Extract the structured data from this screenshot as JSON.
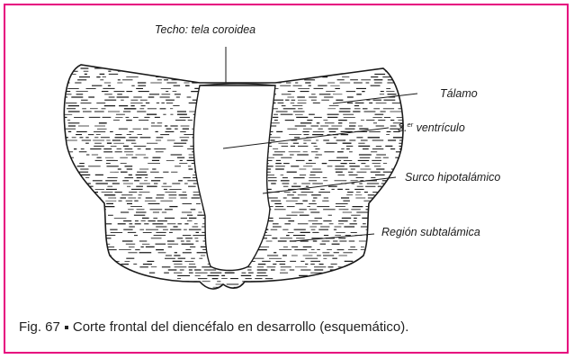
{
  "figure": {
    "labels": {
      "techo": "Techo: tela coroidea",
      "talamo": "Tálamo",
      "ventriculo": "3.",
      "ventriculo_sup": "er",
      "ventriculo_rest": " ventrículo",
      "surco": "Surco hipotalámico",
      "region": "Región subtalámica"
    },
    "caption": {
      "number": "Fig. 67",
      "text": "Corte frontal del diencéfalo en desarrollo (esquemático)."
    },
    "colors": {
      "frame": "#e6007e",
      "ink": "#1a1a1a"
    }
  }
}
